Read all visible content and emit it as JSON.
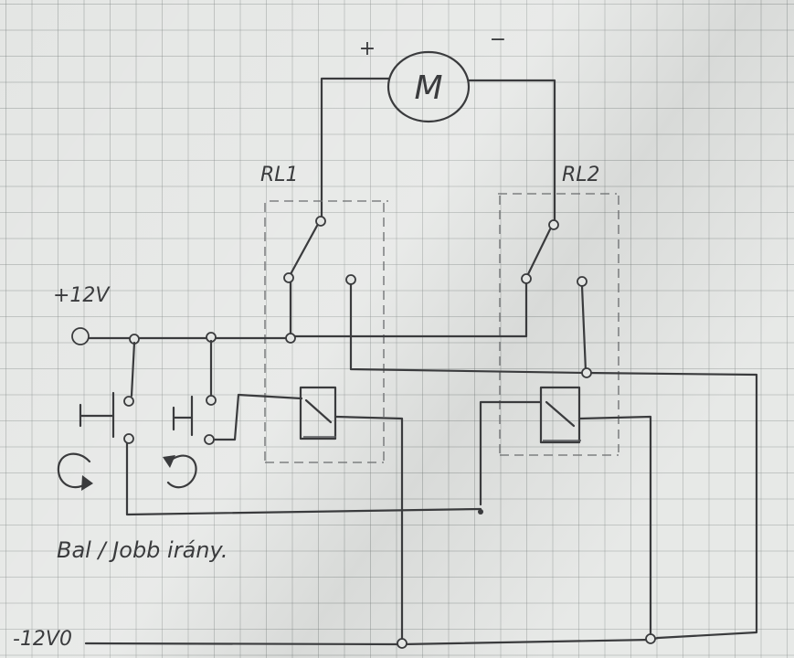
{
  "motor": {
    "label": "M",
    "plus": "+",
    "minus": "−"
  },
  "relays": {
    "rl1": "RL1",
    "rl2": "RL2"
  },
  "supply": {
    "positive": "+12V",
    "negative": "-12V0"
  },
  "caption": "Bal / Jobb irány."
}
